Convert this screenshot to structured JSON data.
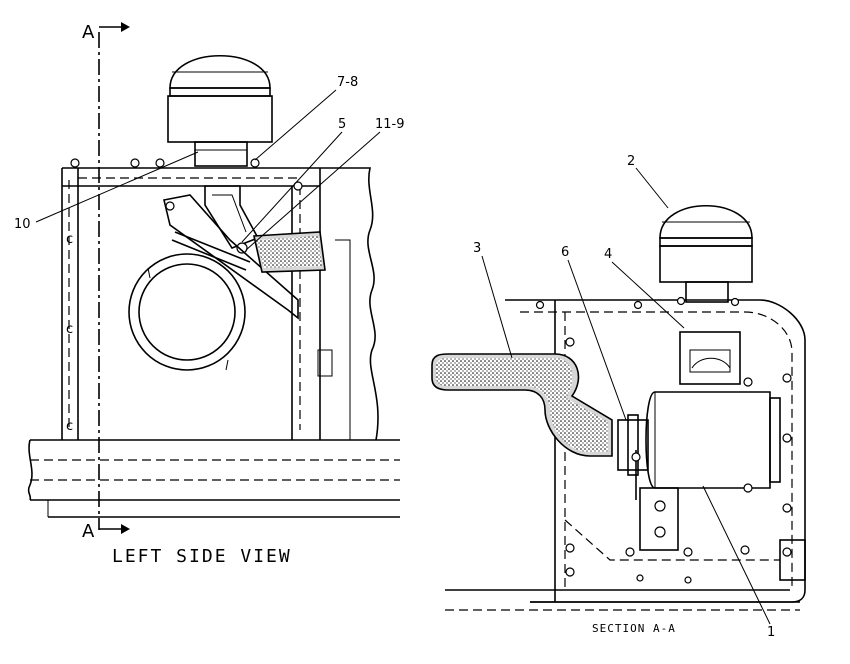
{
  "section_marker": "A",
  "left_view": {
    "title": "LEFT SIDE VIEW",
    "callouts": [
      "7-8",
      "5",
      "11-9",
      "10"
    ]
  },
  "right_view": {
    "title": "SECTION A-A",
    "callouts": [
      "2",
      "3",
      "6",
      "4",
      "1"
    ]
  }
}
